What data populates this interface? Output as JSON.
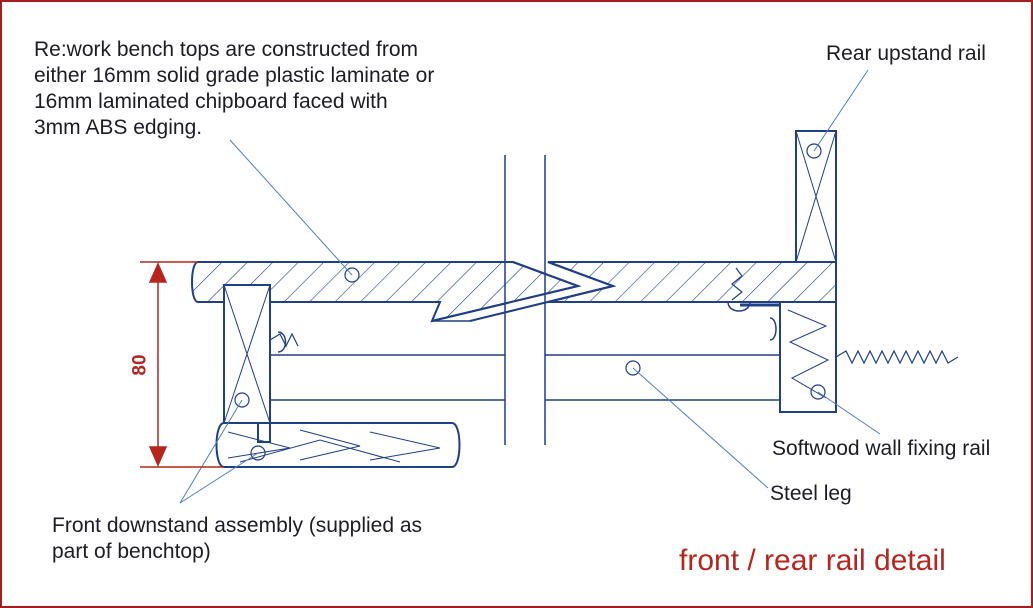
{
  "notes": {
    "main_lines": [
      "Re:work bench tops are constructed from",
      "either 16mm solid grade plastic laminate or",
      "16mm laminated chipboard faced with",
      "3mm ABS edging."
    ],
    "rear_upstand": "Rear upstand rail",
    "softwood_rail": "Softwood wall fixing rail",
    "steel_leg": "Steel leg",
    "front_downstand_lines": [
      "Front downstand assembly (supplied as",
      "part of benchtop)"
    ]
  },
  "title": "front / rear rail detail",
  "dimension": "80",
  "colors": {
    "line": "#1f3f86",
    "leader": "#4a7fbf",
    "accent": "#b4261f",
    "text": "#1c1c24"
  }
}
